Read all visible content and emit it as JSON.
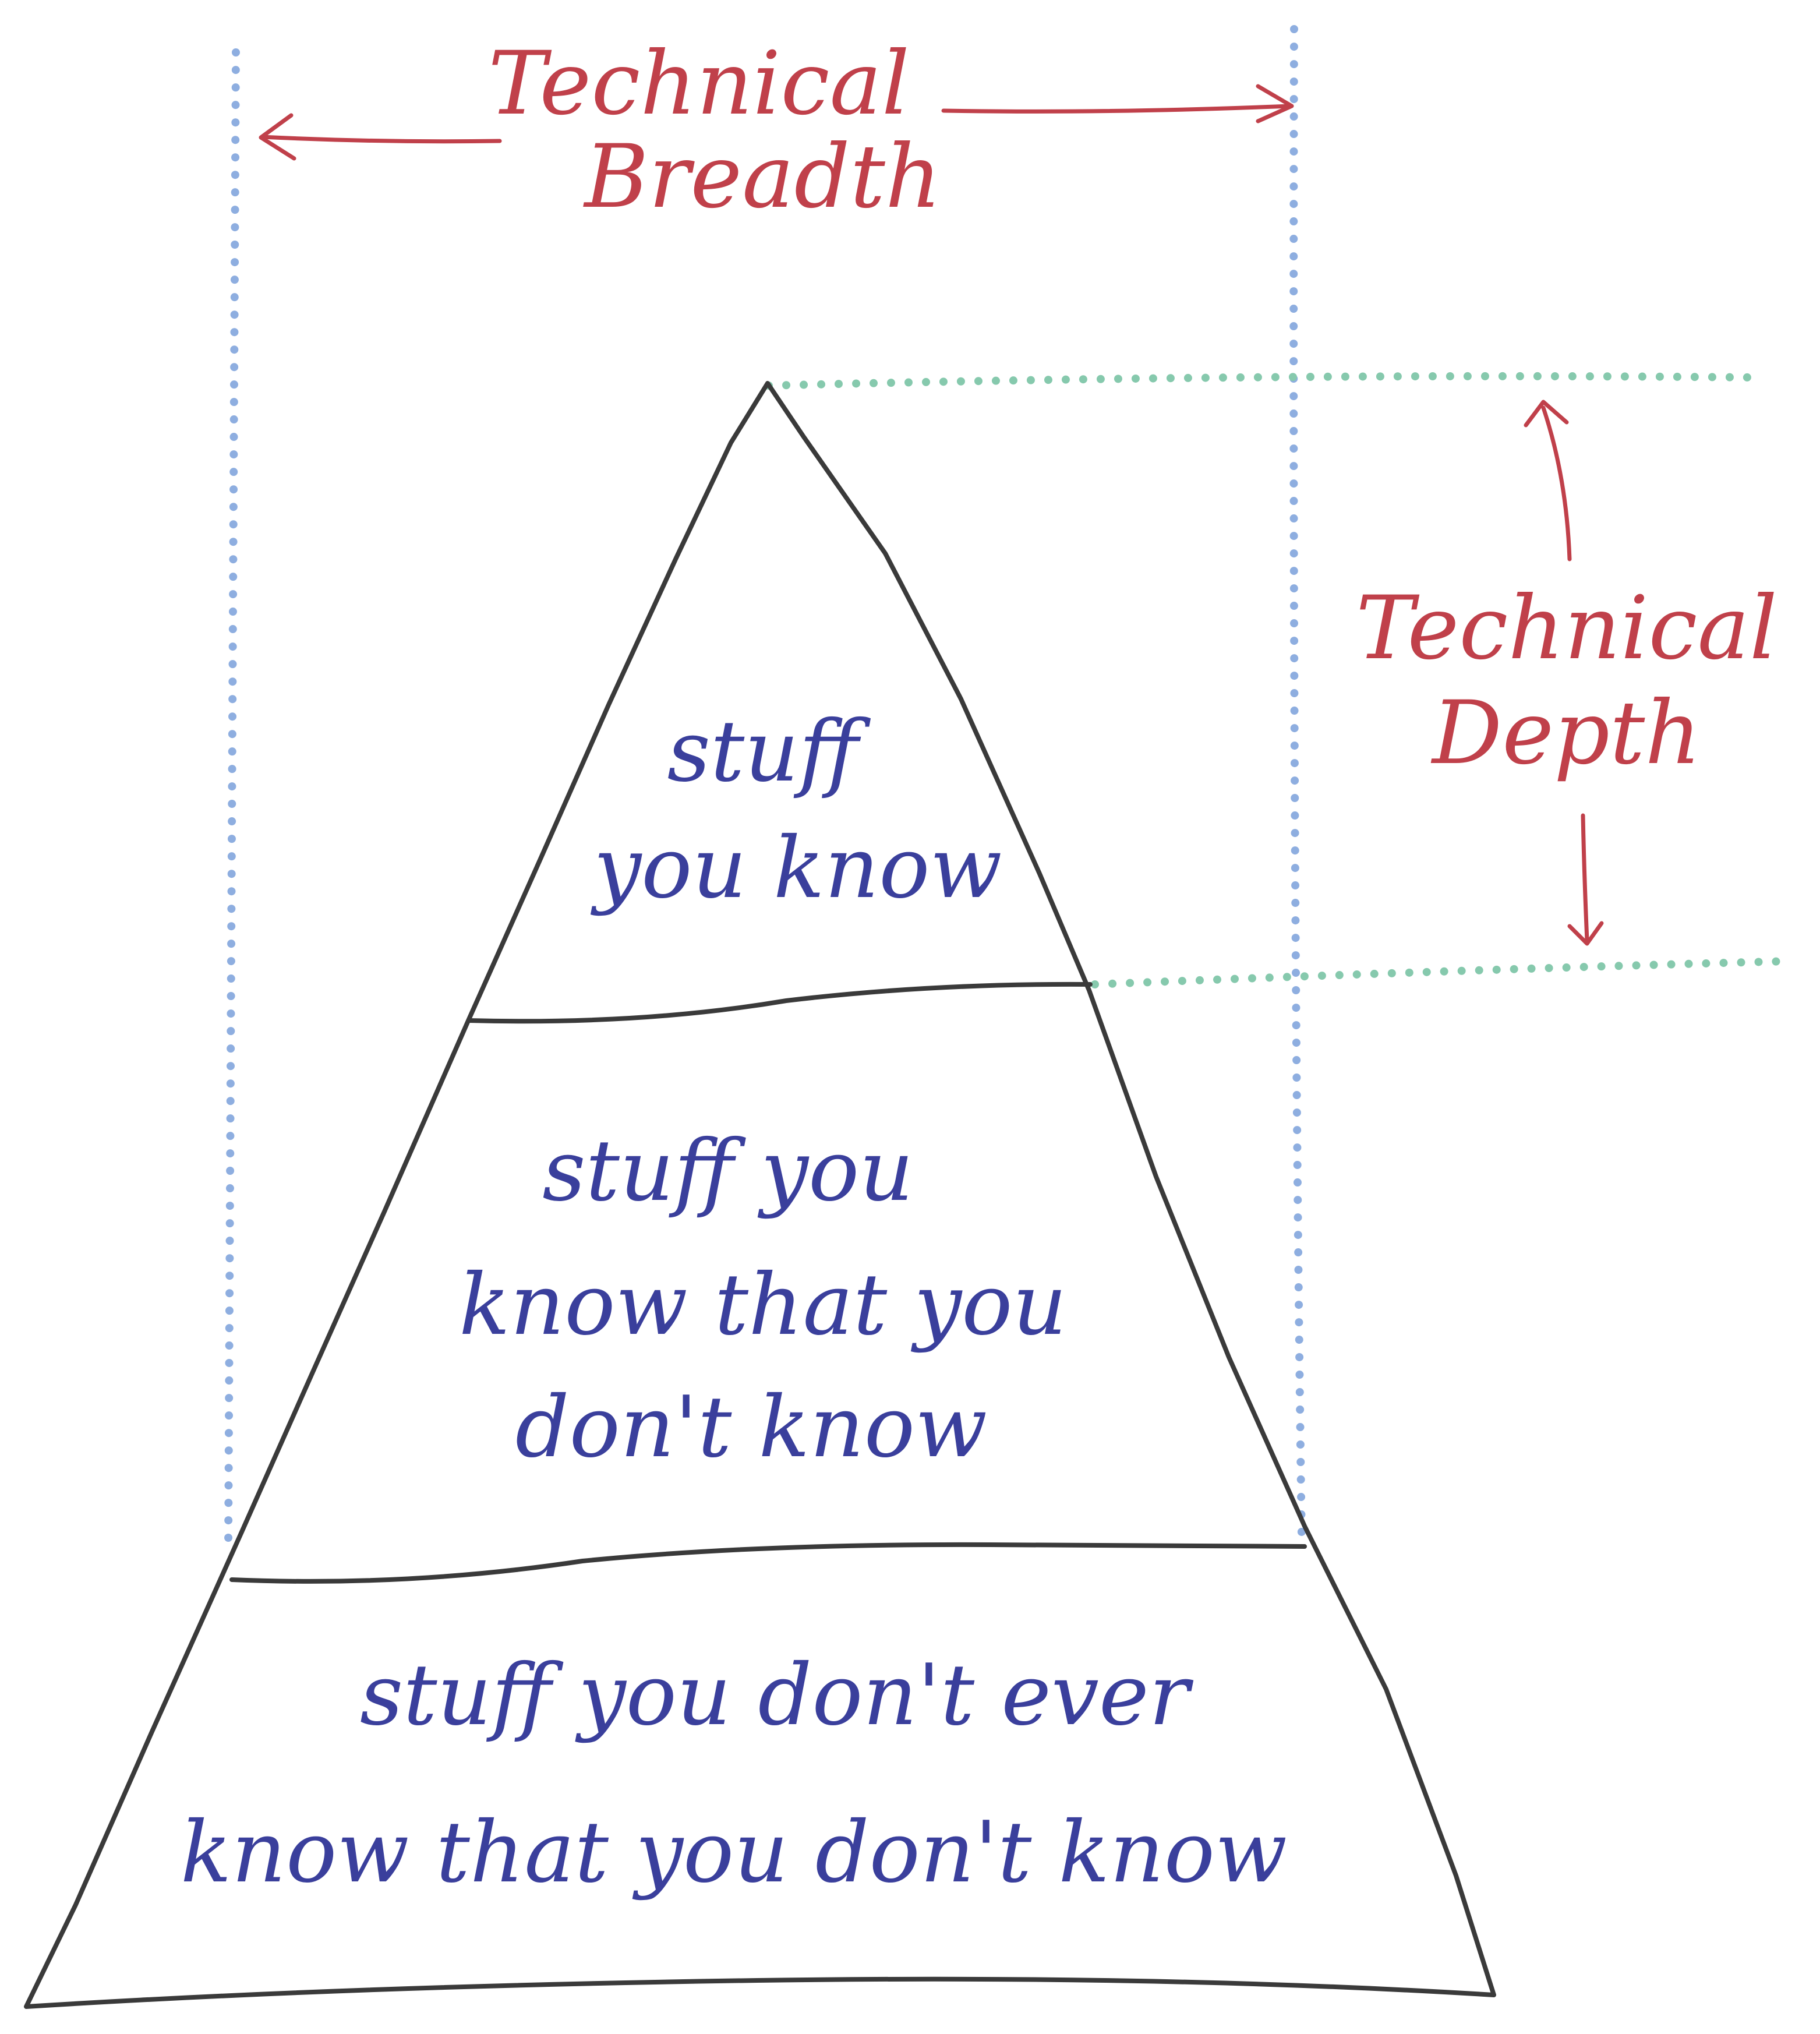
{
  "annotations": {
    "breadth": {
      "line1": "Technical",
      "line2": "Breadth"
    },
    "depth": {
      "line1": "Technical",
      "line2": "Depth"
    }
  },
  "pyramid": {
    "layers": [
      {
        "lines": [
          "stuff",
          "you know"
        ]
      },
      {
        "lines": [
          "stuff you",
          "know that you",
          "don't know"
        ]
      },
      {
        "lines": [
          "stuff you don't ever",
          "know that you don't know"
        ]
      }
    ]
  },
  "colors": {
    "annotation": "#c0404a",
    "layer_text": "#3a3f9c",
    "outline": "#3a3a3a",
    "breadth_guides": "#8eaee0",
    "depth_guides": "#86c9ad"
  }
}
